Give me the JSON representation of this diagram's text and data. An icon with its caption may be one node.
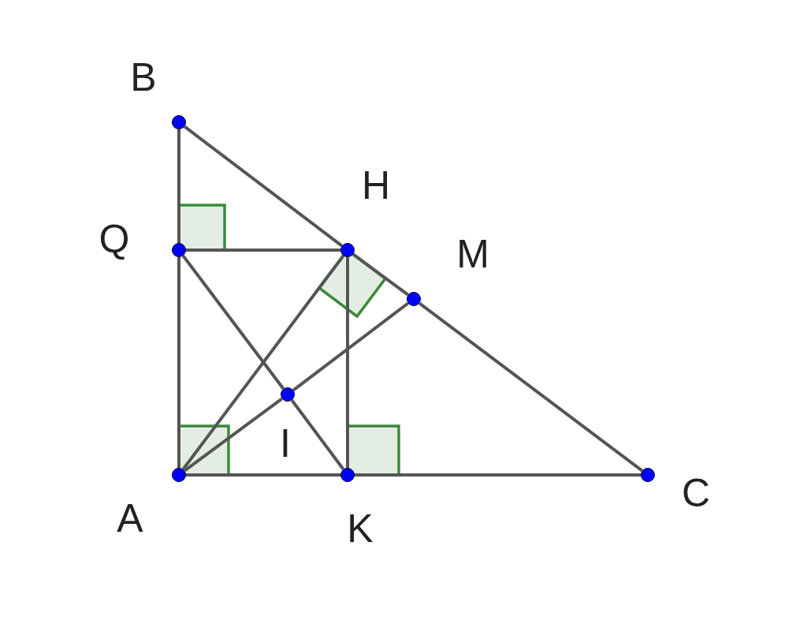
{
  "diagram": {
    "nodes": [
      {
        "text": [
          "B"
        ]
      },
      {
        "text": [
          "Q"
        ]
      },
      {
        "text": [
          "H"
        ]
      },
      {
        "text": [
          "M"
        ]
      },
      {
        "text": [
          "I"
        ]
      },
      {
        "text": [
          "A"
        ]
      },
      {
        "text": [
          "K"
        ]
      },
      {
        "text": [
          "C"
        ]
      }
    ],
    "edges": [
      {
        "from": 0,
        "to": 1,
        "arrow": "none"
      },
      {
        "from": 1,
        "to": 5,
        "arrow": "none"
      },
      {
        "from": 0,
        "to": 2,
        "arrow": "none"
      },
      {
        "from": 2,
        "to": 3,
        "arrow": "none"
      },
      {
        "from": 3,
        "to": 7,
        "arrow": "none"
      },
      {
        "from": 5,
        "to": 6,
        "arrow": "none"
      },
      {
        "from": 6,
        "to": 7,
        "arrow": "none"
      },
      {
        "from": 1,
        "to": 2,
        "arrow": "none"
      },
      {
        "from": 2,
        "to": 6,
        "arrow": "none"
      },
      {
        "from": 1,
        "to": 4,
        "arrow": "none"
      },
      {
        "from": 4,
        "to": 6,
        "arrow": "none"
      },
      {
        "from": 5,
        "to": 2,
        "arrow": "none"
      },
      {
        "from": 5,
        "to": 4,
        "arrow": "none"
      },
      {
        "from": 4,
        "to": 3,
        "arrow": "none"
      }
    ]
  }
}
